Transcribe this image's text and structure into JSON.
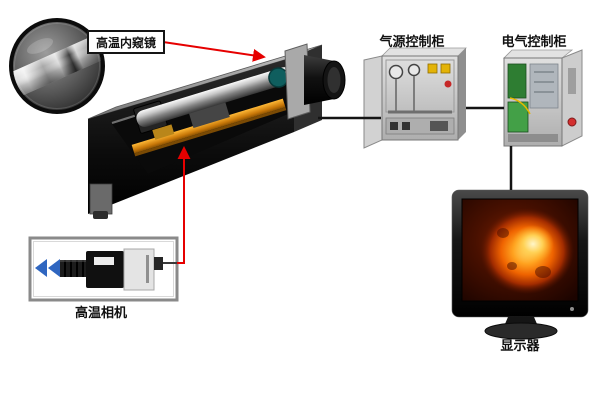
{
  "labels": {
    "endoscope": "高温内窥镜",
    "air_cabinet": "气源控制柜",
    "electric_cabinet": "电气控制柜",
    "camera": "高温相机",
    "monitor": "显示器"
  },
  "colors": {
    "background": "#ffffff",
    "accent-red": "#e60000",
    "connector-black": "#141414",
    "label-text": "#111111",
    "rail-orange": "#d9820e",
    "fire-orange": "#ff7a00",
    "arrow-blue": "#2f66c0",
    "cabinet-gray": "#c9c9c9",
    "housing-black": "#121212"
  }
}
